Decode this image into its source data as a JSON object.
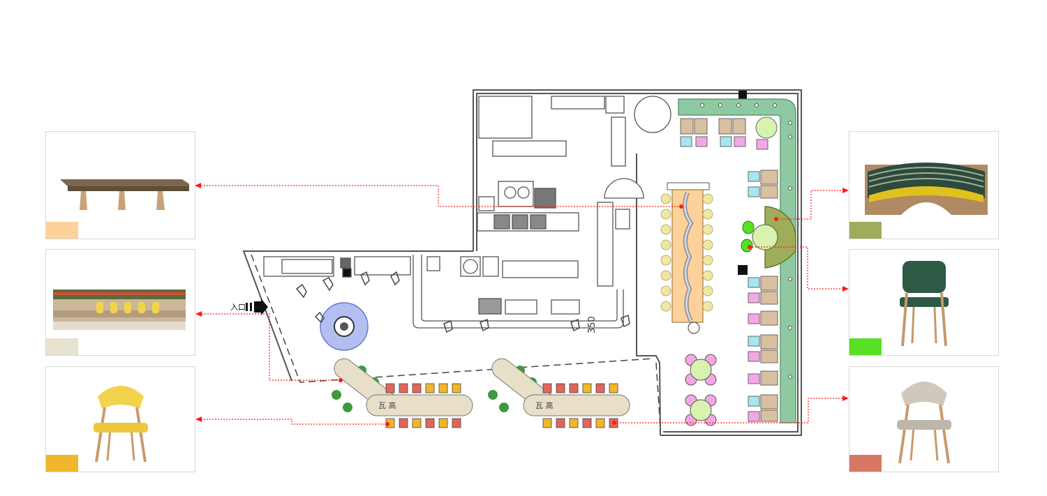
{
  "labels": {
    "entrance": "入口",
    "booth_left": "瓦 高",
    "booth_right": "瓦 高",
    "dimension": "350"
  },
  "legend": {
    "left": [
      {
        "icon": "wooden-table-icon",
        "color": "#fdd19a"
      },
      {
        "icon": "dining-hall-photo-icon",
        "color": "#e7e1cf"
      },
      {
        "icon": "yellow-chair-icon",
        "color": "#f0b62c"
      }
    ],
    "right": [
      {
        "icon": "green-booth-sofa-icon",
        "color": "#9ead59"
      },
      {
        "icon": "green-chair-icon",
        "color": "#58e024"
      },
      {
        "icon": "grey-chair-icon",
        "color": "#d97765"
      }
    ]
  },
  "colors": {
    "callout": "#ff1a1a",
    "booth_seating": "#8fc9a1",
    "communal_table": "#fdd19a",
    "cushion_tan": "#d9c0a0",
    "cushion_cyan": "#a6e6f0",
    "cushion_pink": "#f3a8e6",
    "round_table": "#d8f2b0",
    "bench": "#e8dfc9",
    "stool_red": "#e0665a",
    "stool_yellow": "#f0b62c",
    "plant": "#3f9a3f"
  }
}
